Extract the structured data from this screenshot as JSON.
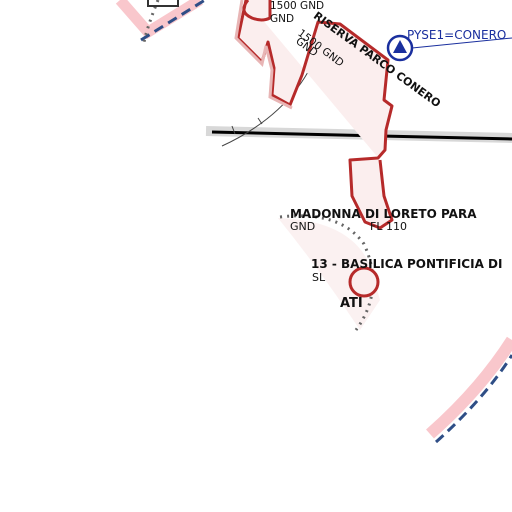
{
  "map": {
    "reserve_name": "RISERVA PARCO CONERO",
    "reserve_limits": [
      "1500 GND",
      "GND"
    ],
    "reserve_limits_rotated": [
      "1500 GND",
      "GND"
    ],
    "reporting_point": "PYSE1=CONERO",
    "madonna": {
      "name": "MADONNA DI LORETO PARA",
      "lower": "GND",
      "upper": "FL 110"
    },
    "basilica": {
      "name": "13 - BASILICA PONTIFICIA DI",
      "lower": "SL",
      "partial_name": "ATI"
    },
    "colors": {
      "restricted_border": "#b62a2a",
      "restricted_fill": "#fbeeee",
      "boundary_pink": "#f9c7cc",
      "boundary_dash": "#2f4e86",
      "reporting_point_blue": "#1a2f9e",
      "route_line": "#000000",
      "dotted_boundary": "#666666"
    }
  }
}
